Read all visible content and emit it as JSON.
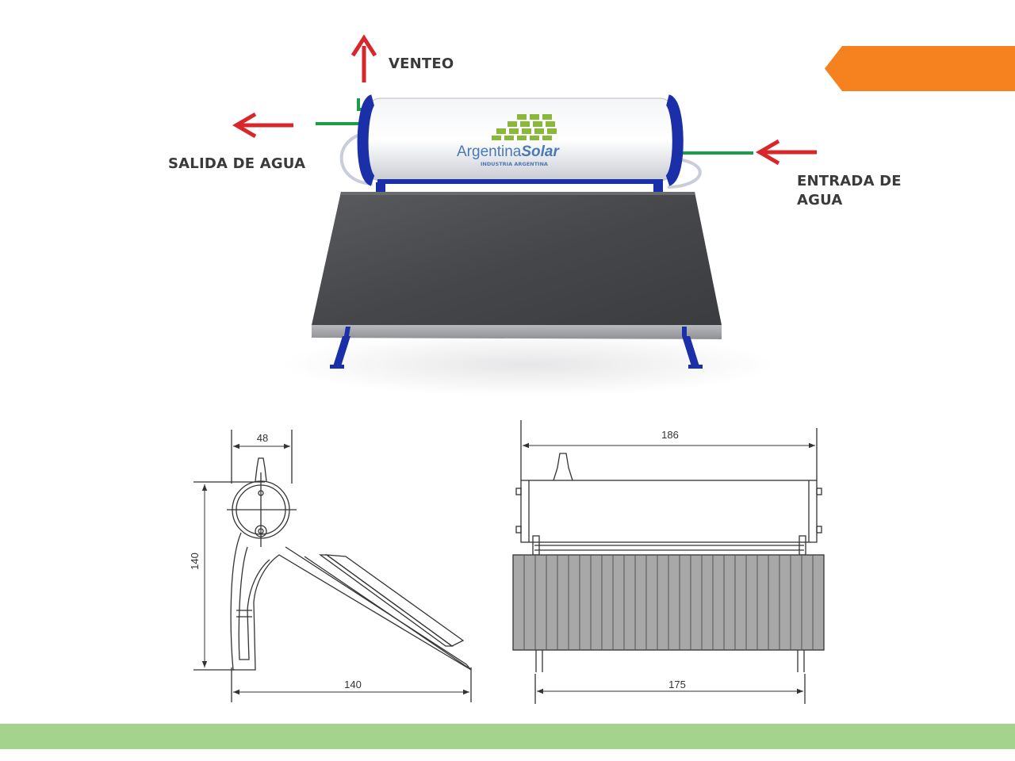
{
  "labels": {
    "vent": "VENTEO",
    "outlet": "SALIDA DE AGUA",
    "inlet_line1": "ENTRADA DE",
    "inlet_line2": "AGUA"
  },
  "brand": {
    "name_regular": "Argentina",
    "name_bold": "Solar",
    "tagline": "INDUSTRIA ARGENTINA"
  },
  "dimensions": {
    "side_top_width": "48",
    "side_height": "140",
    "side_base_width": "140",
    "front_top_width": "186",
    "front_base_width": "175"
  },
  "colors": {
    "accent_orange": "#f5821f",
    "footer_green": "#a4d38d",
    "arrow_red": "#d9262a",
    "pipe_green": "#1a9e4a",
    "tank_blue": "#1a2fa8"
  }
}
